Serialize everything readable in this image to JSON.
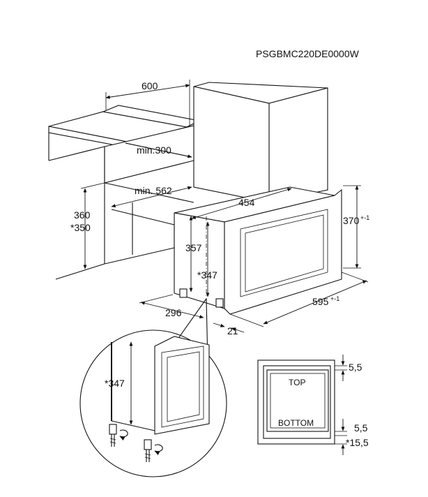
{
  "model_code": "PSGBMC220DE0000W",
  "dimensions": {
    "cabinet_width": "600",
    "min_top_gap": "min.300",
    "min_depth": "min. 562",
    "niche_height": "360",
    "niche_height_alt": "*350",
    "appliance_depth": "454",
    "body_height": "357",
    "body_height_alt": "*347",
    "front_height": "370",
    "front_height_tol": "+-1",
    "front_width": "595",
    "front_width_tol": "+-1",
    "side_depth": "296",
    "front_thickness": "21",
    "detail_height": "*347",
    "top_gap": "5,5",
    "bottom_gap": "5,5",
    "bottom_gap_alt": "*15,5"
  },
  "labels": {
    "top": "TOP",
    "bottom": "BOTTOM"
  }
}
